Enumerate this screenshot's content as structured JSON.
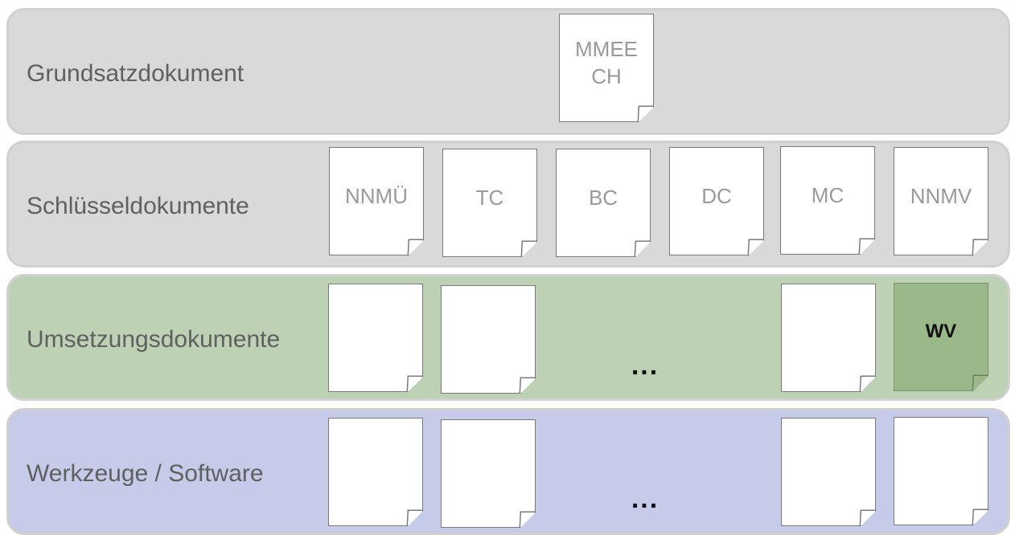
{
  "rows": [
    {
      "label": "Grundsatzdokument",
      "color": "#d9d9d9",
      "docs": [
        {
          "label": "MMEE\nCH",
          "lines": [
            "MMEE",
            "CH"
          ]
        }
      ]
    },
    {
      "label": "Schlüsseldokumente",
      "color": "#d9d9d9",
      "docs": [
        {
          "label": "NNMÜ"
        },
        {
          "label": "TC"
        },
        {
          "label": "BC"
        },
        {
          "label": "DC"
        },
        {
          "label": "MC"
        },
        {
          "label": "NNMV"
        }
      ]
    },
    {
      "label": "Umsetzungsdokumente",
      "color": "#bdd2b4",
      "ellipsis": "...",
      "docs": [
        {
          "label": ""
        },
        {
          "label": ""
        },
        {
          "label": ""
        },
        {
          "label": "WV",
          "highlight": true,
          "color": "#9bb88b"
        }
      ]
    },
    {
      "label": "Werkzeuge / Software",
      "color": "#c5cbe8",
      "ellipsis": "...",
      "docs": [
        {
          "label": ""
        },
        {
          "label": ""
        },
        {
          "label": ""
        },
        {
          "label": ""
        }
      ]
    }
  ]
}
